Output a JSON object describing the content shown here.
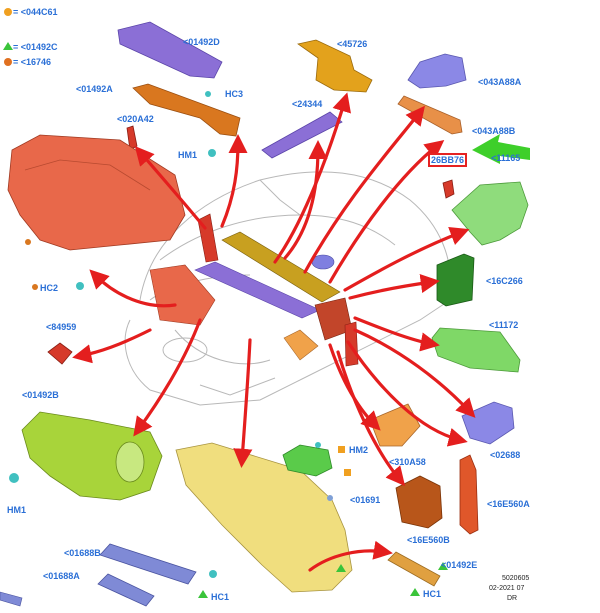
{
  "legend": [
    {
      "text": "= <044C61",
      "color": "#f0a020"
    },
    {
      "text": "= <01492C",
      "color": "#3ac43a"
    },
    {
      "text": "= <16746",
      "color": "#e07020"
    }
  ],
  "labels": {
    "l01492D": "<01492D",
    "lHC3": "HC3",
    "l01492A": "<01492A",
    "l020A42": "<020A42",
    "lHM1a": "HM1",
    "l45726": "<45726",
    "l24344": "<24344",
    "l043A88A": "<043A88A",
    "l043A88B": "<043A88B",
    "l26BB76": "26BB76",
    "l11165": "<11165",
    "l16C266": "<16C266",
    "l11172": "<11172",
    "lHC2": "HC2",
    "l84959": "<84959",
    "l01492B": "<01492B",
    "lHM1b": "HM1",
    "lHM2": "HM2",
    "l310A58": "<310A58",
    "l02688": "<02688",
    "l01691": "<01691",
    "l16E560A": "<16E560A",
    "l16E560B": "<16E560B",
    "l01688B": "<01688B",
    "l01688A": "<01688A",
    "lHC1a": "HC1",
    "l01492E": "<01492E",
    "lHC1b": "HC1"
  },
  "footer": {
    "code": "5020605",
    "date": "02-2021 07",
    "region": "DR"
  },
  "colors": {
    "label_blue": "#2a6fd6",
    "arrow_red": "#e41e1e",
    "highlight_green": "#3ecf2a",
    "highlight_box": "#e52222"
  }
}
